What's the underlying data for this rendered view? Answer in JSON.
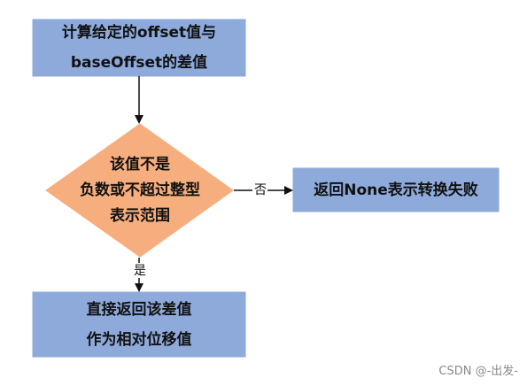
{
  "colors": {
    "process_fill": "#8eaadb",
    "process_stroke": "#8eaadb",
    "decision_fill": "#f7ae7e",
    "decision_stroke": "#f7ae7e",
    "line": "#111111",
    "watermark": "#8a8a8a"
  },
  "nodes": {
    "compute_diff": {
      "lines": [
        "计算给定的offset值与",
        "baseOffset的差值"
      ]
    },
    "check_range": {
      "lines": [
        "该值不是",
        "负数或不超过整型",
        "表示范围"
      ]
    },
    "return_none": {
      "lines": [
        "返回None表示转换失败"
      ]
    },
    "return_offset": {
      "lines": [
        "直接返回该差值",
        "作为相对位移值"
      ]
    }
  },
  "edges": {
    "no_label": "否",
    "yes_label": "是"
  },
  "watermark": "CSDN @-出发-"
}
